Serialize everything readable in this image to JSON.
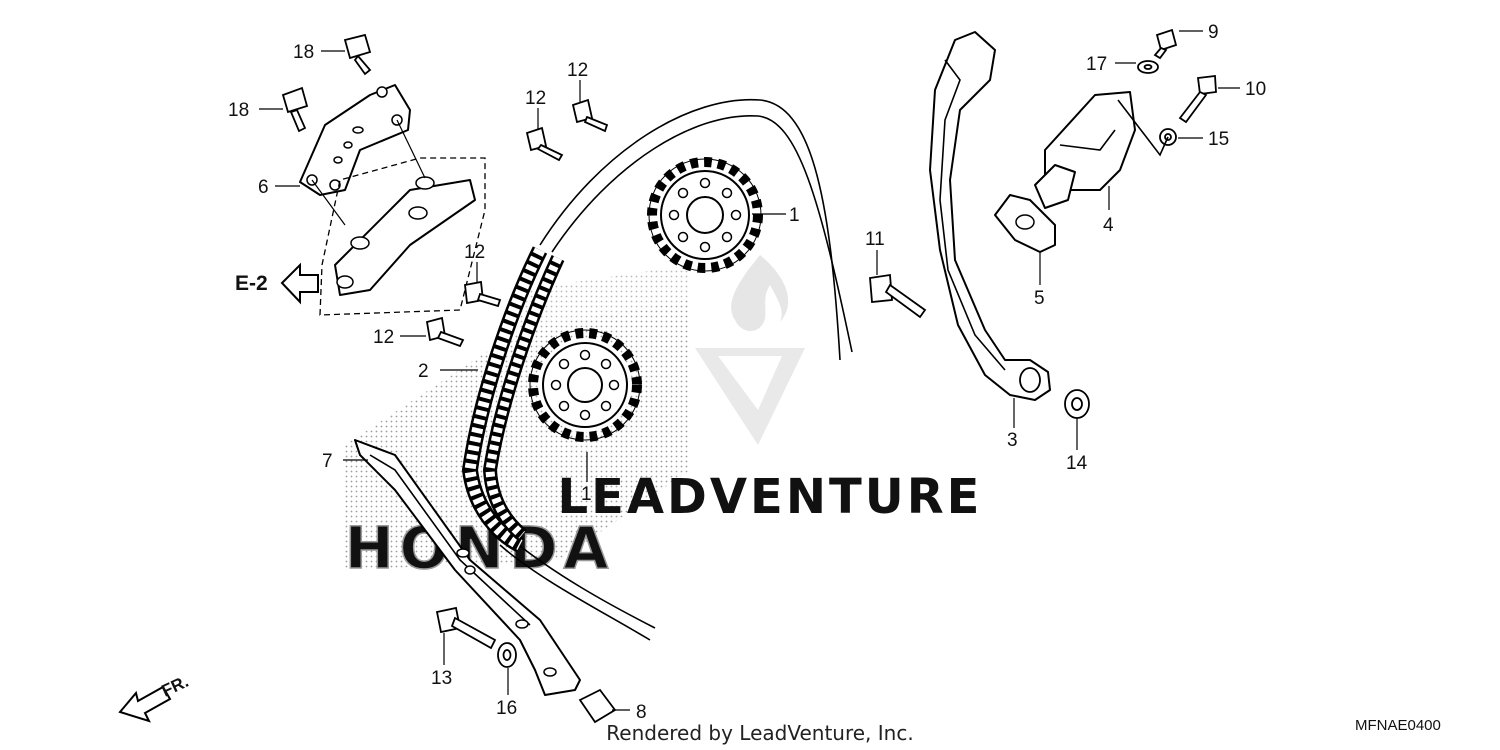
{
  "diagram": {
    "callouts": [
      {
        "id": "c1a",
        "label": "1"
      },
      {
        "id": "c1b",
        "label": "1"
      },
      {
        "id": "c2",
        "label": "2"
      },
      {
        "id": "c3",
        "label": "3"
      },
      {
        "id": "c4",
        "label": "4"
      },
      {
        "id": "c5",
        "label": "5"
      },
      {
        "id": "c6",
        "label": "6"
      },
      {
        "id": "c7",
        "label": "7"
      },
      {
        "id": "c8",
        "label": "8"
      },
      {
        "id": "c9",
        "label": "9"
      },
      {
        "id": "c10",
        "label": "10"
      },
      {
        "id": "c11",
        "label": "11"
      },
      {
        "id": "c12a",
        "label": "12"
      },
      {
        "id": "c12b",
        "label": "12"
      },
      {
        "id": "c12c",
        "label": "12"
      },
      {
        "id": "c12d",
        "label": "12"
      },
      {
        "id": "c13",
        "label": "13"
      },
      {
        "id": "c14",
        "label": "14"
      },
      {
        "id": "c15",
        "label": "15"
      },
      {
        "id": "c16",
        "label": "16"
      },
      {
        "id": "c17",
        "label": "17"
      },
      {
        "id": "c18a",
        "label": "18"
      },
      {
        "id": "c18b",
        "label": "18"
      }
    ],
    "reference_label": "E-2",
    "front_label": "FR.",
    "diagram_code": "MFNAE0400",
    "footer": "Rendered by LeadVenture, Inc.",
    "watermark_text": "LEADVENTURE",
    "brand_text": "HONDA"
  }
}
